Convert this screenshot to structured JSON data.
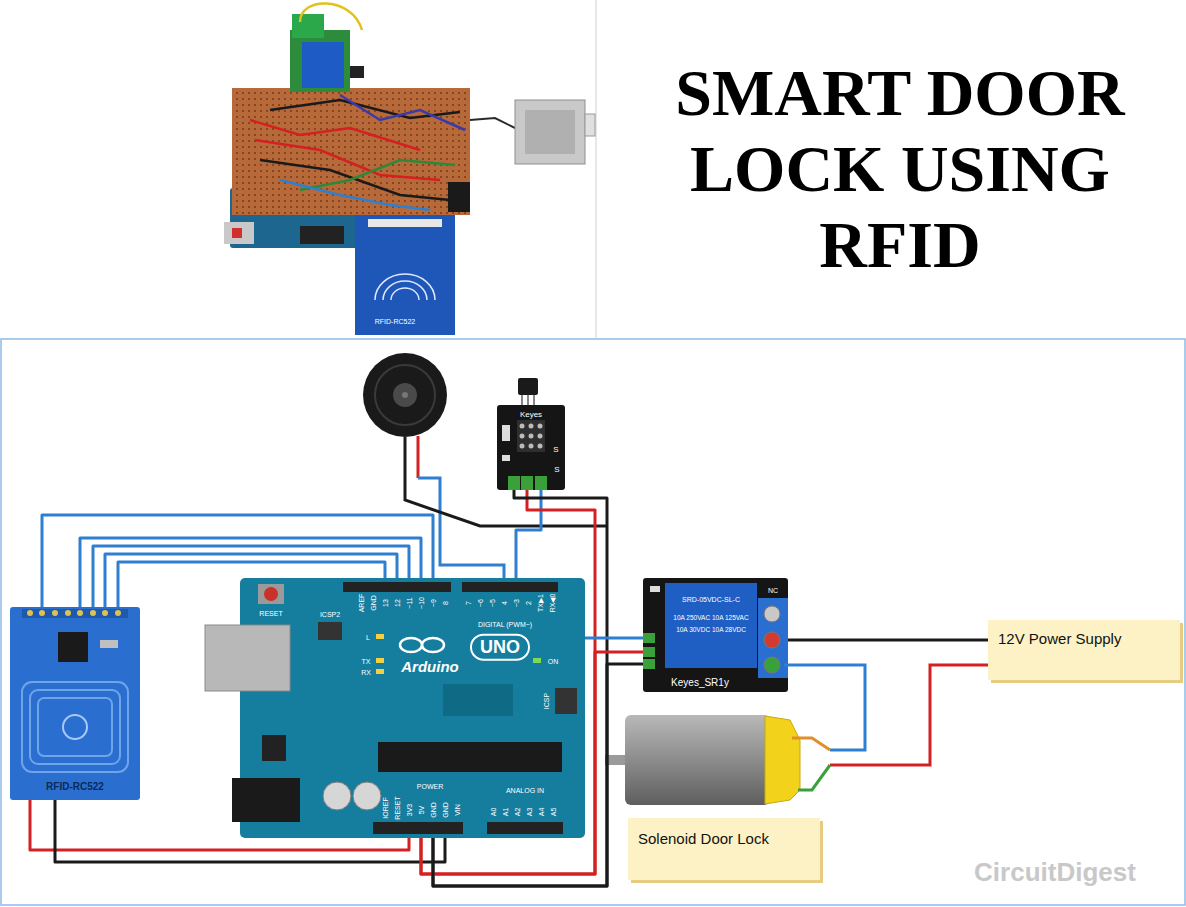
{
  "diagram": {
    "title": "SMART DOOR LOCK USING RFID",
    "nodes": [
      {
        "text": [
          "RFID-RC522"
        ]
      },
      {
        "text": [
          "Arduino",
          "UNO"
        ]
      },
      {
        "text": [
          "Keyes"
        ]
      },
      {
        "text": [
          "Keyes_SR1y",
          "SRD-05VDC-SL-C"
        ]
      },
      {
        "text": [
          "12V Power Supply"
        ]
      },
      {
        "text": [
          "Solenoid Door Lock"
        ]
      }
    ],
    "edges": [
      {
        "from": 0,
        "to": 1,
        "arrow": "none"
      },
      {
        "from": 0,
        "to": 1,
        "arrow": "none"
      },
      {
        "from": 0,
        "to": 1,
        "arrow": "none"
      },
      {
        "from": 0,
        "to": 1,
        "arrow": "none"
      },
      {
        "from": 0,
        "to": 1,
        "arrow": "none"
      },
      {
        "from": 0,
        "to": 1,
        "arrow": "none"
      },
      {
        "from": 0,
        "to": 1,
        "arrow": "none"
      },
      {
        "from": 1,
        "to": 2,
        "arrow": "none"
      },
      {
        "from": 1,
        "to": 2,
        "arrow": "none"
      },
      {
        "from": 1,
        "to": 2,
        "arrow": "none"
      },
      {
        "from": 1,
        "to": 3,
        "arrow": "none"
      },
      {
        "from": 1,
        "to": 3,
        "arrow": "none"
      },
      {
        "from": 1,
        "to": 3,
        "arrow": "none"
      },
      {
        "from": 4,
        "to": 3,
        "arrow": "none"
      }
    ],
    "labels": [
      "RFID-RC522",
      "AREF",
      "GND",
      "13",
      "12",
      "~11",
      "~10",
      "~9",
      "8",
      "7",
      "~6",
      "~5",
      "4",
      "~3",
      "2",
      "TX▶1",
      "RX◀0",
      "DIGITAL (PWM~)",
      "RESET",
      "ICSP2",
      "L",
      "TX",
      "RX",
      "ON",
      "ICSP",
      "IOREF",
      "RESET",
      "3V3",
      "5V",
      "GND",
      "GND",
      "VIN",
      "POWER",
      "ANALOG IN",
      "A0",
      "A1",
      "A2",
      "A3",
      "A4",
      "A5",
      "NC",
      "10A 250VAC 10A 125VAC",
      "10A 30VDC 10A 28VDC",
      "S",
      "S",
      "CircuitDigest"
    ]
  }
}
